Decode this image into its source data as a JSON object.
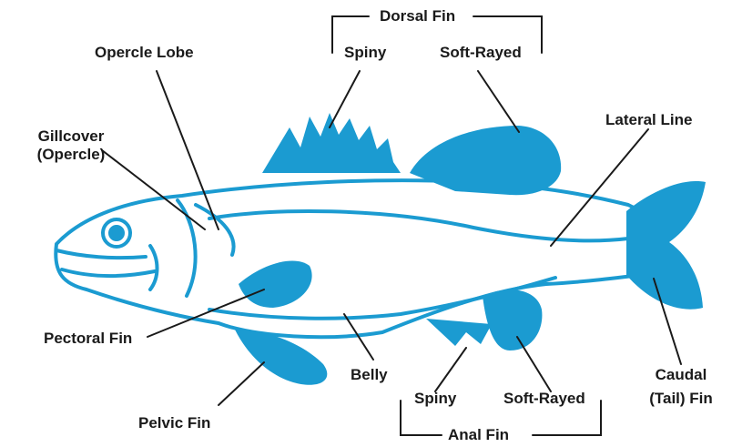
{
  "colors": {
    "fish": "#1b9bd1",
    "line": "#1a1a1a",
    "background": "#ffffff"
  },
  "labels": {
    "dorsal_fin": "Dorsal Fin",
    "dorsal_spiny": "Spiny",
    "dorsal_soft": "Soft-Rayed",
    "opercle_lobe": "Opercle Lobe",
    "gillcover_line1": "Gillcover",
    "gillcover_line2": "(Opercle)",
    "lateral_line": "Lateral Line",
    "pectoral_fin": "Pectoral Fin",
    "belly": "Belly",
    "pelvic_fin": "Pelvic Fin",
    "anal_spiny": "Spiny",
    "anal_soft": "Soft-Rayed",
    "anal_fin": "Anal Fin",
    "caudal_line1": "Caudal",
    "caudal_line2": "(Tail) Fin"
  }
}
